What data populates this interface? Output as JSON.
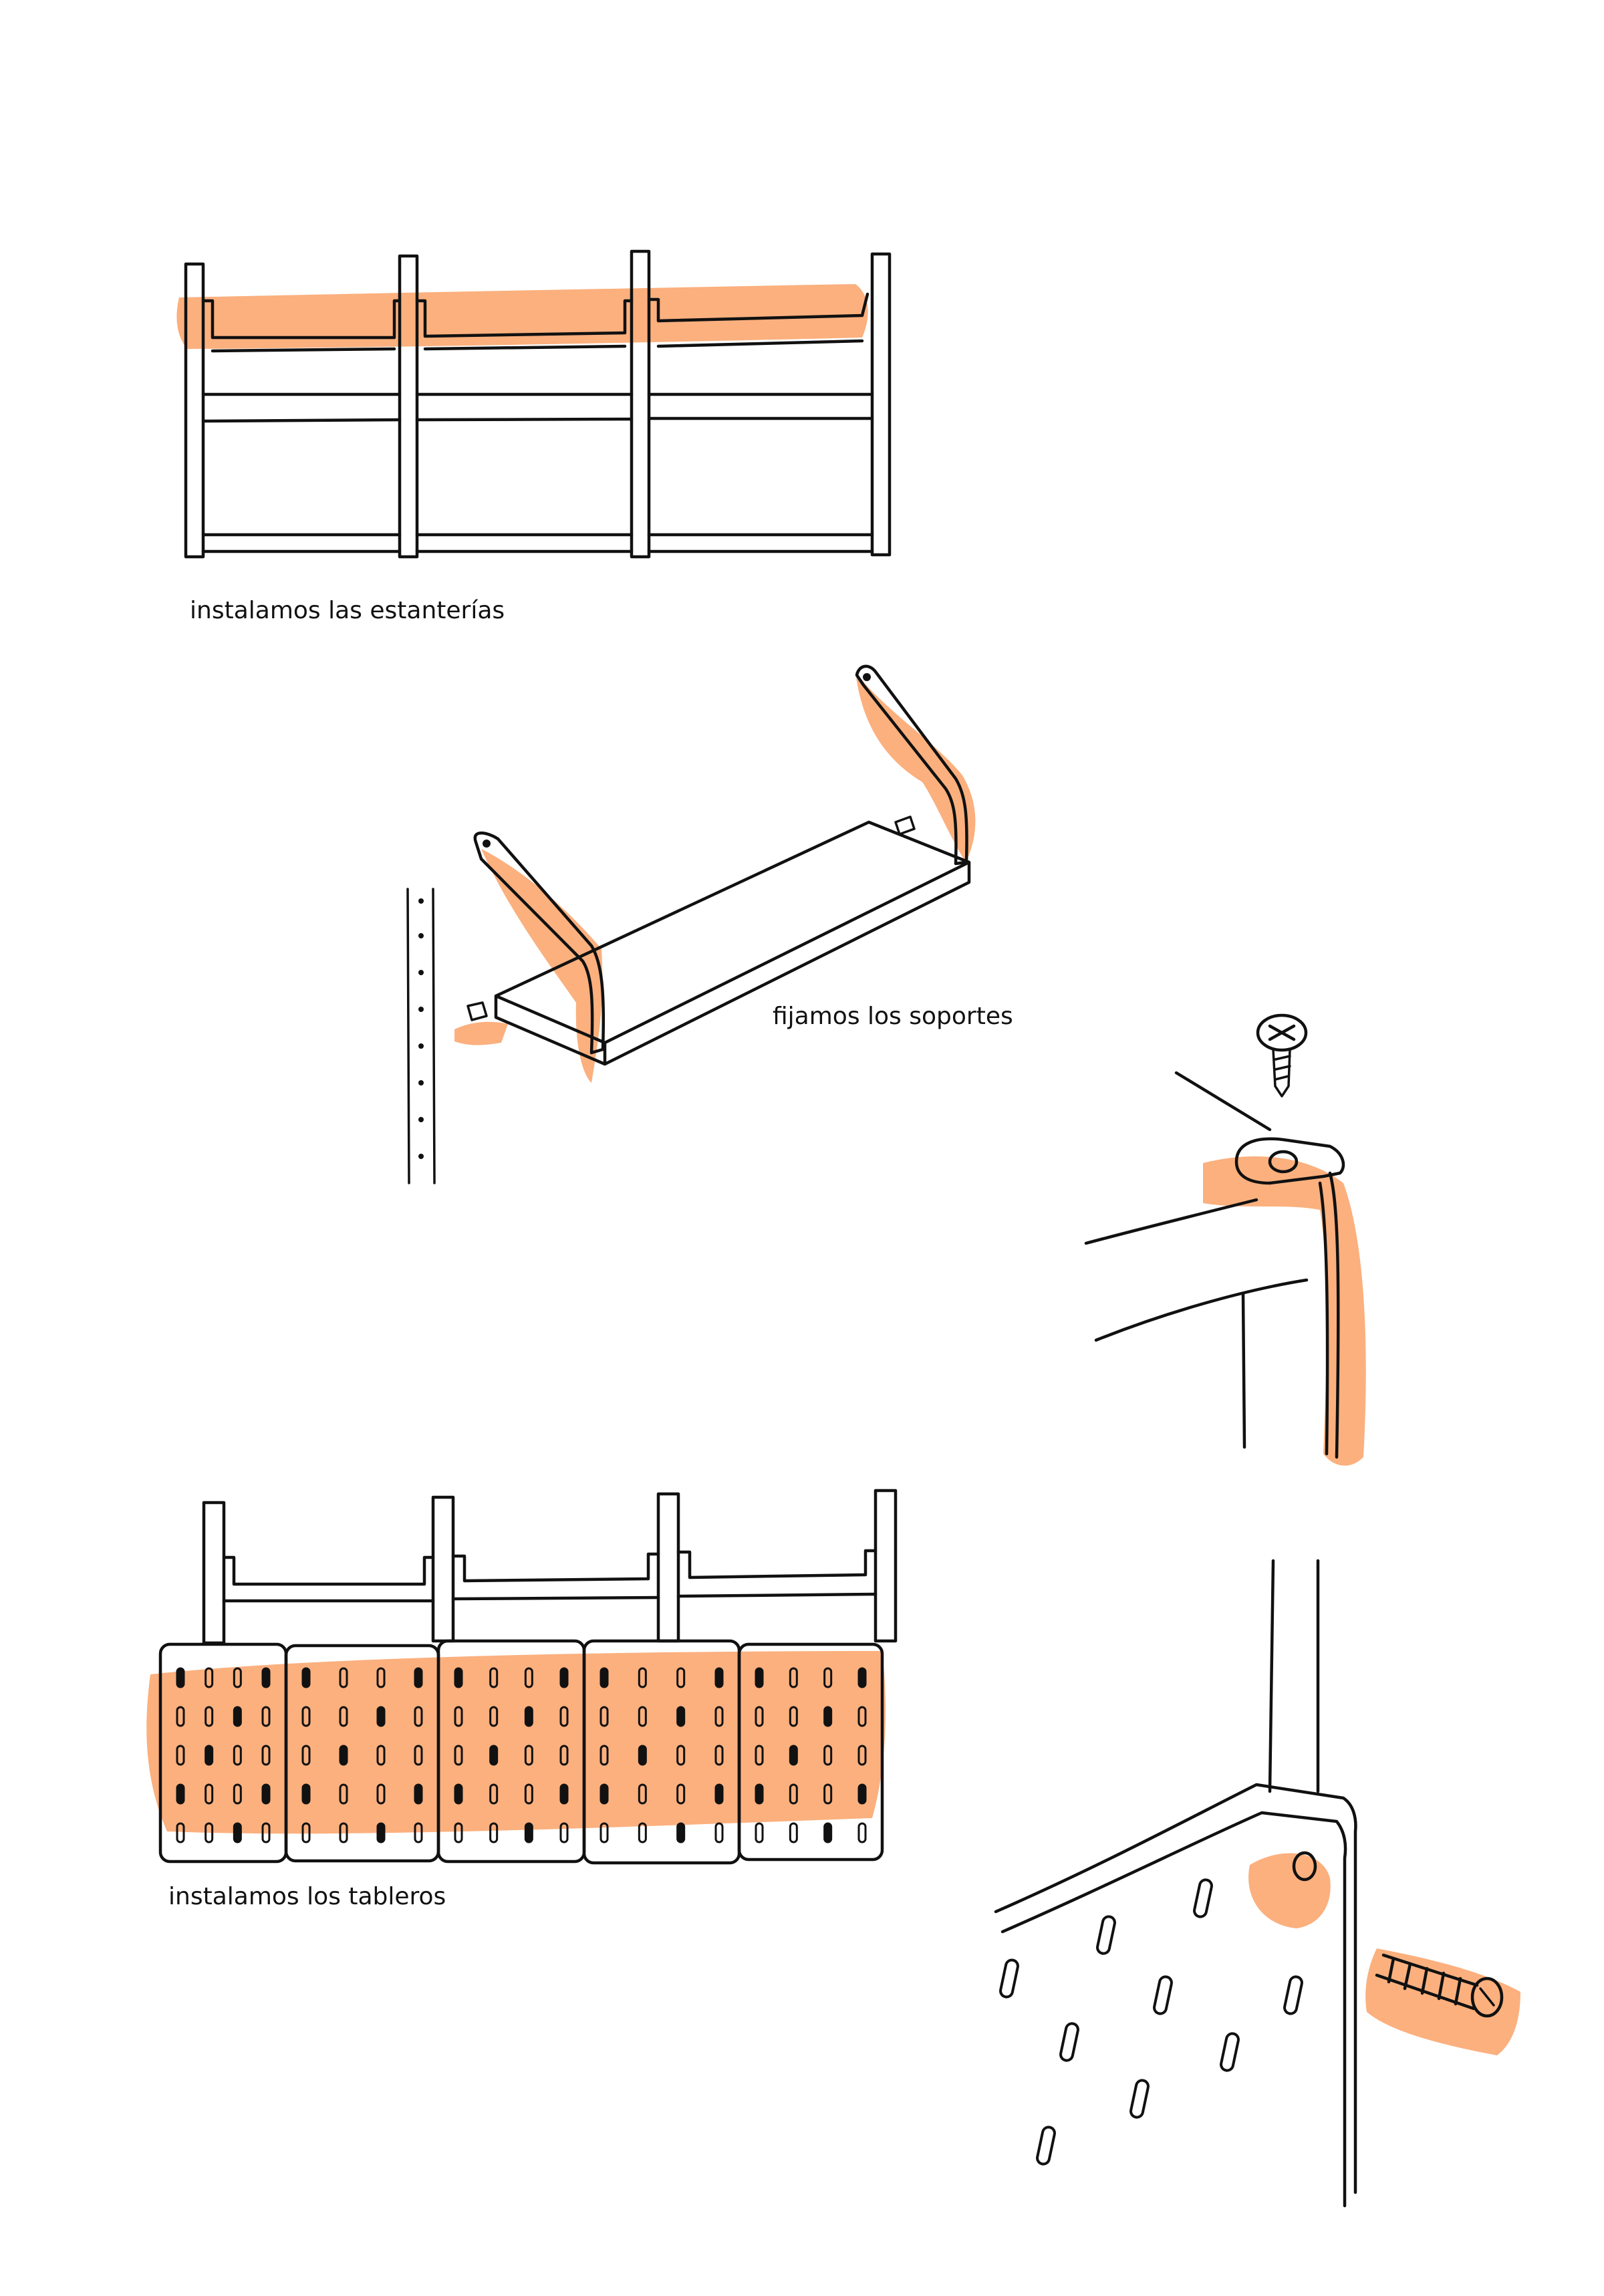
{
  "captions": {
    "step1": "instalamos las estanterías",
    "step2": "fijamos los soportes",
    "step3": "instalamos los tableros"
  },
  "colors": {
    "ink": "#111111",
    "accent_wash": "#fbb07e",
    "background": "#ffffff"
  },
  "icons": [
    "screw-icon",
    "wall-plug-icon"
  ]
}
